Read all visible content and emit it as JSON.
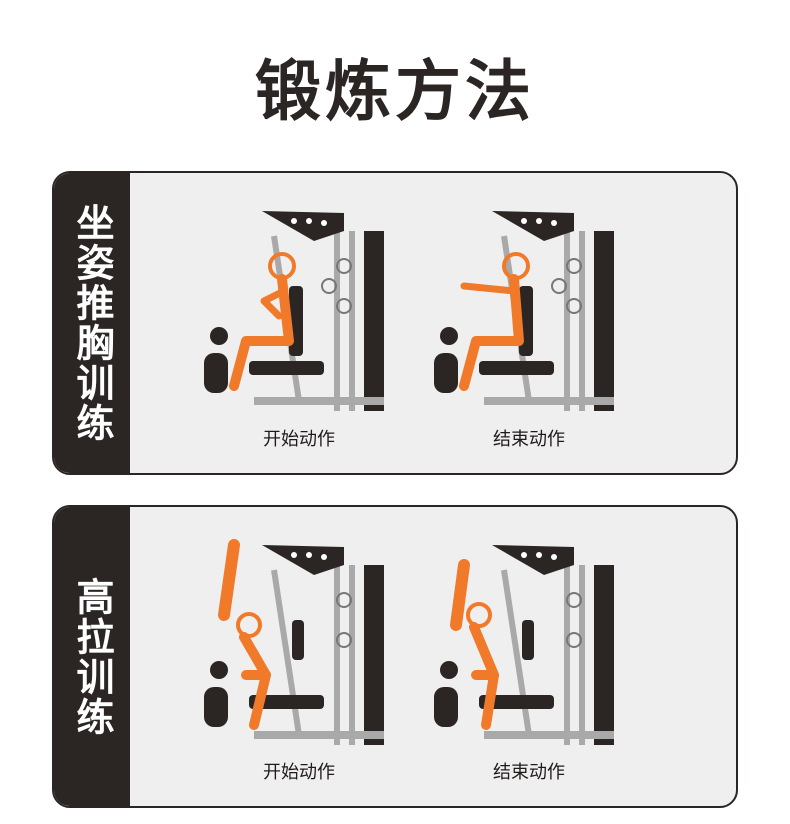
{
  "page": {
    "title": "锻炼方法"
  },
  "sections": [
    {
      "label": "坐姿推胸训练",
      "panels": [
        {
          "caption": "开始动作"
        },
        {
          "caption": "结束动作"
        }
      ]
    },
    {
      "label": "高拉训练",
      "panels": [
        {
          "caption": "开始动作"
        },
        {
          "caption": "结束动作"
        }
      ]
    }
  ],
  "colors": {
    "dark": "#2b2624",
    "accent": "#f07a2a",
    "frame": "#a9a9a9",
    "panel_bg": "#f0efef"
  }
}
